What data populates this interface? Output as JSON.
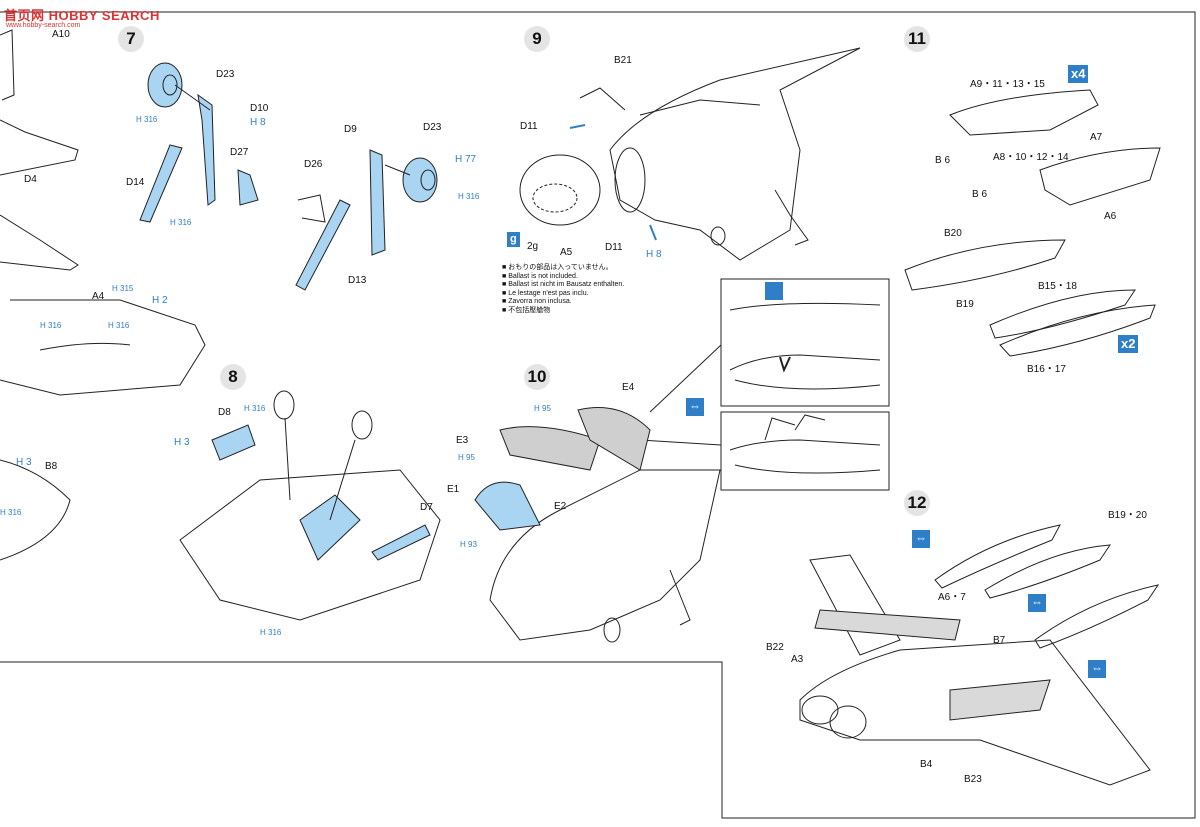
{
  "watermark": {
    "logo_text": "首页网 HOBBY SEARCH",
    "brand": "HOBBY SEARCH",
    "url": "www.hobby-search.com"
  },
  "steps": {
    "s7": "7",
    "s8": "8",
    "s9": "9",
    "s10": "10",
    "s11": "11",
    "s12": "12"
  },
  "badges": {
    "x4": "x4",
    "x2": "x2"
  },
  "colors": {
    "accent": "#2f7fc8",
    "part_fill": "#a9d4f2"
  },
  "left": {
    "a10": "A10",
    "d4": "D4",
    "a4": "A4",
    "h315": "H 315",
    "h2": "H 2",
    "h316a": "H 316",
    "h316b": "H 316",
    "h3": "H 3",
    "b8": "B8",
    "h316c": "H 316"
  },
  "s7": {
    "d23": "D23",
    "d10": "D10",
    "h316": "H 316",
    "h8": "H 8",
    "d27": "D27",
    "d14": "D14",
    "h316b": "H 316"
  },
  "s7b": {
    "d9": "D9",
    "d23": "D23",
    "d26": "D26",
    "h77": "H 77",
    "h316": "H 316",
    "d13": "D13"
  },
  "s8": {
    "d8": "D8",
    "h316": "H 316",
    "h3": "H 3",
    "d7": "D7",
    "h316b": "H 316"
  },
  "s9": {
    "b21": "B21",
    "d11": "D11",
    "d11b": "D11",
    "h8": "H 8",
    "a5": "A5",
    "weight": "2g",
    "weight_icon": "g"
  },
  "ballast_notes": [
    "おもりの部品は入っていません。",
    "Ballast is not included.",
    "Ballast ist nicht im Bausatz enthalten.",
    "Le lestage n'est pas inclu.",
    "Zavorra non inclusa.",
    "不包括壓艙物"
  ],
  "s10": {
    "e4": "E4",
    "h95a": "H 95",
    "e3": "E3",
    "h95b": "H 95",
    "e1": "E1",
    "e2": "E2",
    "h93": "H 93"
  },
  "s11": {
    "a9": "A9・11・13・15",
    "b6a": "B 6",
    "a8": "A8・10・12・14",
    "a7": "A7",
    "b6b": "B 6",
    "a6": "A6",
    "b20": "B20",
    "b19": "B19",
    "b15": "B15・18",
    "b16": "B16・17"
  },
  "s12": {
    "b1920": "B19・20",
    "a67": "A6・7",
    "b7": "B7",
    "b22": "B22",
    "a3": "A3",
    "b4": "B4",
    "b23": "B23"
  }
}
